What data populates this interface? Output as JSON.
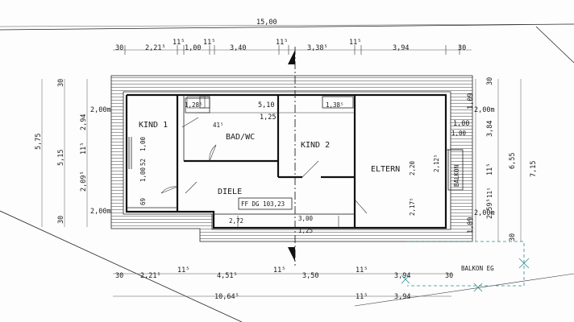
{
  "plan": {
    "title_code": "FF DG 103,23",
    "rooms": {
      "kind1": "KIND 1",
      "bad": "BAD/WC",
      "kind2": "KIND 2",
      "eltern": "ELTERN",
      "diele": "DIELE",
      "balkon": "BALKON",
      "balkon_eg": "BALKON EG"
    },
    "top_dims": {
      "overall": "15,00",
      "d30a": "30",
      "d221": "2,21⁵",
      "d115a": "11⁵",
      "d100a": "1,00",
      "d115b": "11⁵",
      "d340": "3,40",
      "d115c": "11⁵",
      "d338": "3,38⁵",
      "d115d": "11⁵",
      "d394": "3,94",
      "d30b": "30"
    },
    "left_dims": {
      "d575": "5,75",
      "d515": "5,15",
      "d30t": "30",
      "d294": "2,94",
      "d115": "11⁵",
      "d209": "2,09⁵",
      "d30b": "30",
      "h200a": "2,00m",
      "h200b": "2,00m"
    },
    "right_dims": {
      "d30t": "30",
      "d109a": "1,09",
      "d100": "1,00",
      "d384": "3,84",
      "d655": "6,55",
      "d715": "7,15",
      "d115": "11⁵",
      "d259": "2,59⁵",
      "d109b": "1,09",
      "d30b": "30",
      "h200a": "2,00m",
      "h200b": "2,00m"
    },
    "bottom_dims": {
      "d30a": "30",
      "d221": "2,21⁵",
      "d115a": "11⁵",
      "d451": "4,51⁵",
      "d115b": "11⁵",
      "d350": "3,50",
      "d115c": "11⁵",
      "d394a": "3,94",
      "d30b": "30",
      "d1064": "10,64⁵",
      "d115d": "11⁵",
      "d394b": "3,94"
    },
    "inner": {
      "d128": "1,28⁵",
      "d510": "5,10",
      "d125a": "1,25",
      "d138": "1,38⁵",
      "d41": "41⁵",
      "d100v": "1,00",
      "d52": "52",
      "d100b": "1,00",
      "d69": "69",
      "d220": "2,20",
      "d212": "2,12⁵",
      "d217": "2,17⁵",
      "d272": "2,72",
      "d300": "3,00",
      "d125b": "1,25",
      "d100c": "1,00",
      "d115k": "11⁵"
    }
  }
}
